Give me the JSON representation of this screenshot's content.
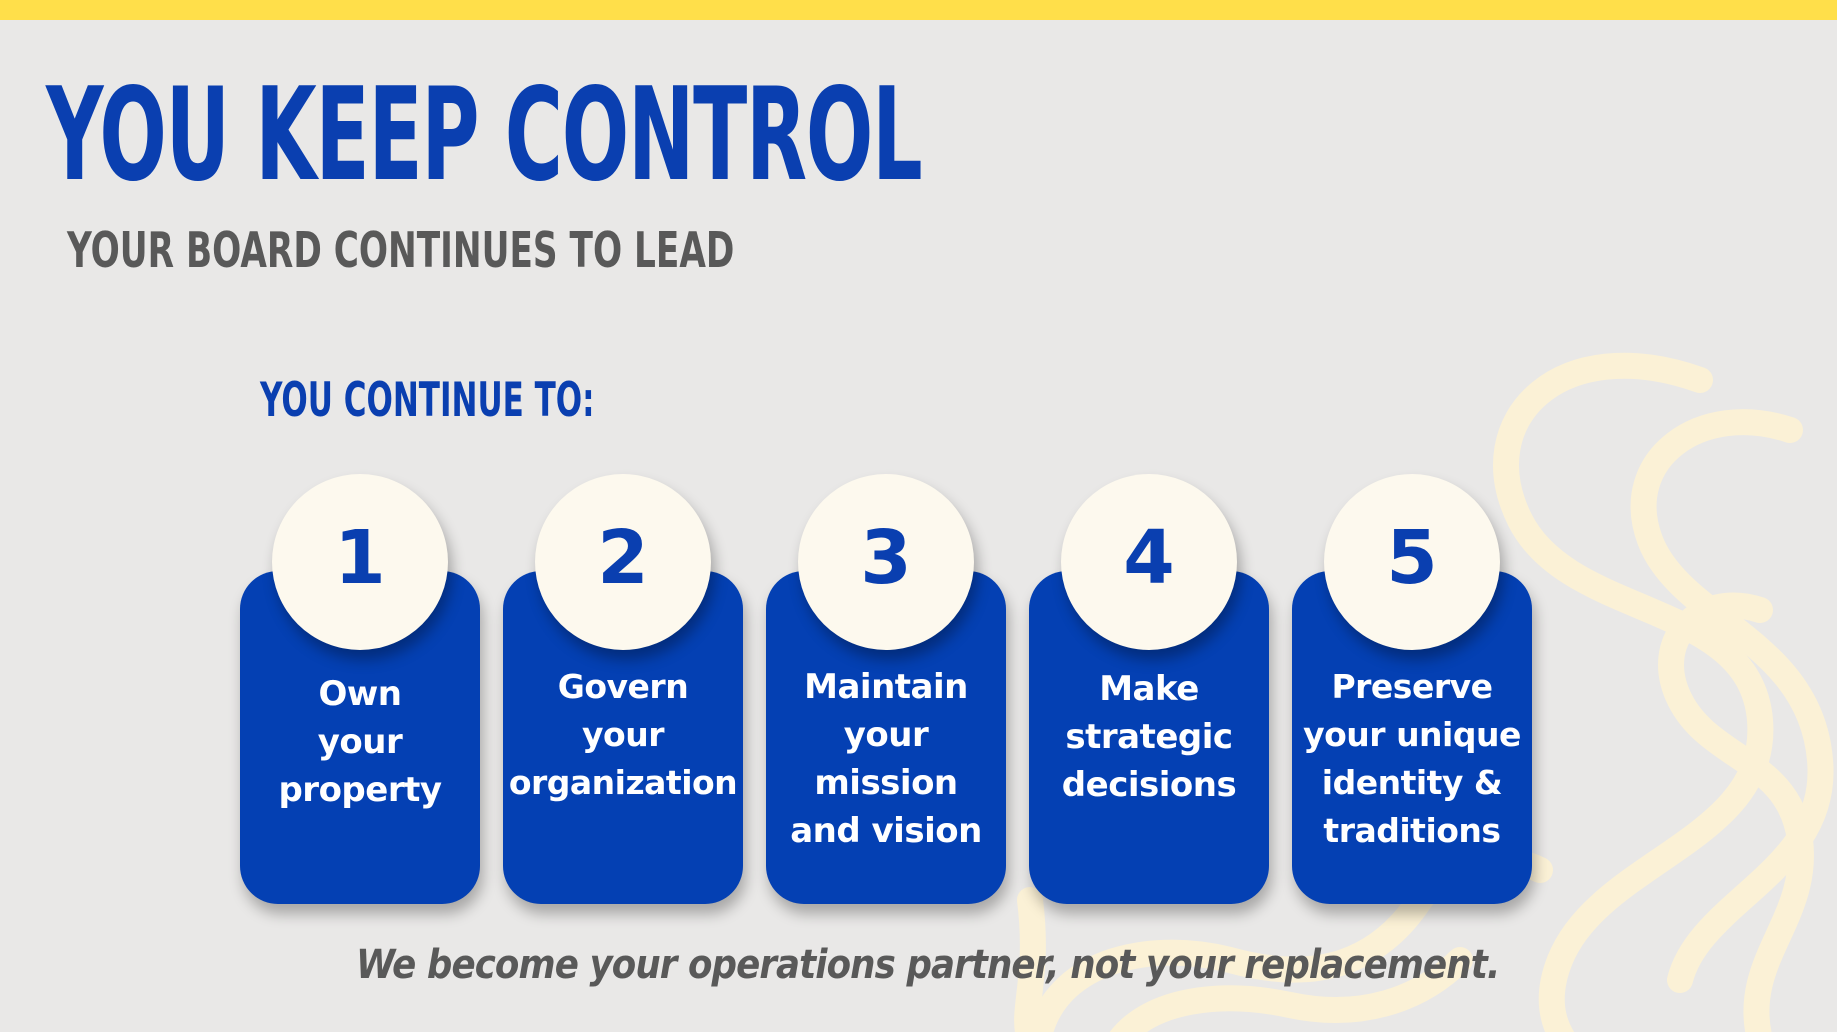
{
  "colors": {
    "accent_bar": "#ffdf4a",
    "primary_blue": "#0440b3",
    "heading_blue": "#0a3fb0",
    "subtitle_gray": "#595959",
    "background": "#e9e8e7",
    "circle_fill": "#fdf9ee",
    "swirl": "#fbf1d6"
  },
  "header": {
    "title": "YOU KEEP CONTROL",
    "subtitle": "YOUR BOARD CONTINUES TO LEAD"
  },
  "section": {
    "label": "YOU CONTINUE TO:"
  },
  "steps": [
    {
      "number": "1",
      "text": "Own\nyour\nproperty"
    },
    {
      "number": "2",
      "text": "Govern\nyour\norganization"
    },
    {
      "number": "3",
      "text": "Maintain\nyour\nmission\nand vision"
    },
    {
      "number": "4",
      "text": "Make\nstrategic\ndecisions"
    },
    {
      "number": "5",
      "text": "Preserve\nyour unique\nidentity &\ntraditions"
    }
  ],
  "footer": {
    "tagline": "We become your operations partner, not your replacement."
  }
}
